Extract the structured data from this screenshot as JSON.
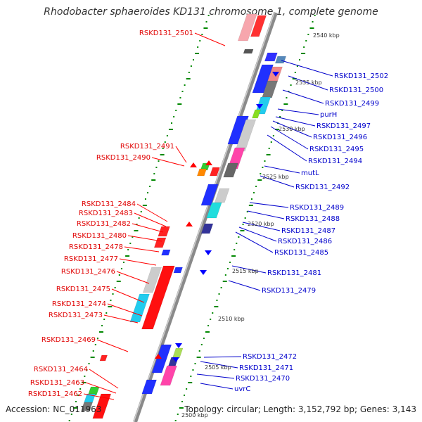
{
  "title": "Rhodobacter sphaeroides KD131 chromosome 1, complete genome",
  "footer": {
    "accession": "Accession: NC_011963",
    "summary": "Topology: circular; Length: 3,152,792 bp; Genes: 3,143"
  },
  "colors": {
    "backbone": "#888888",
    "forward_label": "#e00000",
    "reverse_label": "#0000cc",
    "tick": "#008800",
    "gene_red": "#ff0000",
    "gene_blue": "#0000ff"
  },
  "scale_labels": [
    "2540 kbp",
    "2535 kbp",
    "2530 kbp",
    "2525 kbp",
    "2520 kbp",
    "2515 kbp",
    "2510 kbp",
    "2505 kbp",
    "2500 kbp"
  ],
  "left_labels": [
    "RSKD131_2501",
    "RSKD131_2491",
    "RSKD131_2490",
    "RSKD131_2484",
    "RSKD131_2483",
    "RSKD131_2482",
    "RSKD131_2480",
    "RSKD131_2478",
    "RSKD131_2477",
    "RSKD131_2476",
    "RSKD131_2475",
    "RSKD131_2474",
    "RSKD131_2473",
    "RSKD131_2469",
    "RSKD131_2464",
    "RSKD131_2463",
    "RSKD131_2462"
  ],
  "right_labels": [
    "RSKD131_2502",
    "RSKD131_2500",
    "RSKD131_2499",
    "purH",
    "RSKD131_2497",
    "RSKD131_2496",
    "RSKD131_2495",
    "RSKD131_2494",
    "mutL",
    "RSKD131_2492",
    "RSKD131_2489",
    "RSKD131_2488",
    "RSKD131_2487",
    "RSKD131_2486",
    "RSKD131_2485",
    "RSKD131_2481",
    "RSKD131_2479",
    "RSKD131_2472",
    "RSKD131_2471",
    "RSKD131_2470",
    "uvrC"
  ]
}
